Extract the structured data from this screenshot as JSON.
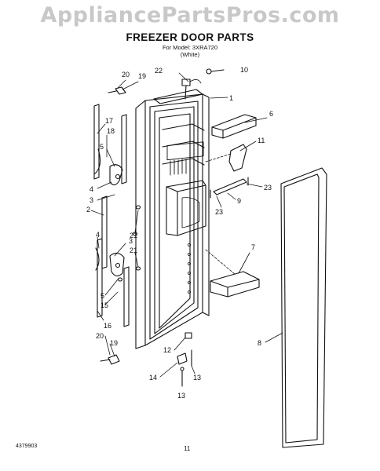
{
  "watermark": "AppliancePartsPros.com",
  "header": {
    "title": "FREEZER DOOR PARTS",
    "model_line": "For Model: 3XRA720",
    "variant_line": "(White)"
  },
  "callouts": {
    "c1": "1",
    "c2": "2",
    "c3a": "3",
    "c3b": "3",
    "c4a": "4",
    "c4b": "4",
    "c5a": "5",
    "c5b": "5",
    "c6": "6",
    "c7": "7",
    "c8": "8",
    "c9": "9",
    "c10": "10",
    "c11": "11",
    "c12": "12",
    "c13a": "13",
    "c13b": "13",
    "c14": "14",
    "c15": "15",
    "c16": "16",
    "c17": "17",
    "c18": "18",
    "c19a": "19",
    "c19b": "19",
    "c20a": "20",
    "c20b": "20",
    "c21a": "21",
    "c21b": "21",
    "c22": "22",
    "c23a": "23",
    "c23b": "23"
  },
  "footer": {
    "doc_number": "4379903",
    "page_number": "11"
  }
}
